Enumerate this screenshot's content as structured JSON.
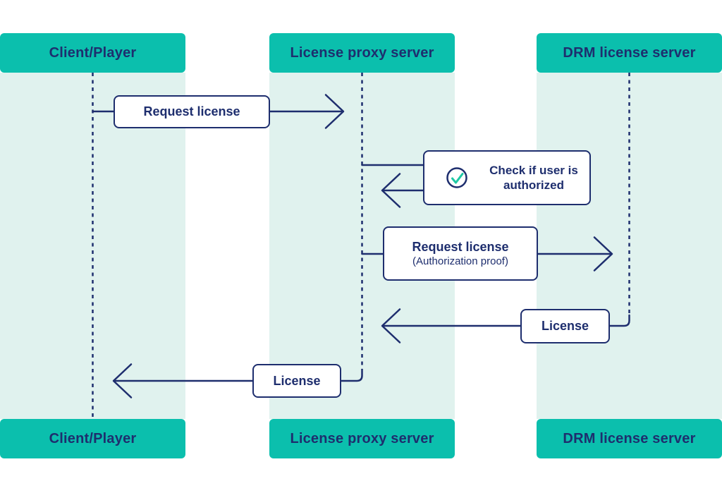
{
  "colors": {
    "teal": "#0bbfad",
    "lane_bg": "#e0f2ee",
    "navy": "#1e2e6e",
    "check_teal": "#1ec8a5",
    "box_bg": "#ffffff"
  },
  "actors": [
    {
      "id": "client",
      "label": "Client/Player"
    },
    {
      "id": "proxy",
      "label": "License proxy server"
    },
    {
      "id": "drm",
      "label": "DRM license server"
    }
  ],
  "messages": {
    "request_license_1": {
      "label": "Request license",
      "from": "client",
      "to": "proxy"
    },
    "check_auth": {
      "label": "Check if user is authorized",
      "type": "self",
      "actor": "proxy",
      "icon": "check-circle-icon"
    },
    "request_license_2": {
      "label": "Request license",
      "sublabel": "(Authorization proof)",
      "from": "proxy",
      "to": "drm"
    },
    "license_from_drm": {
      "label": "License",
      "from": "drm",
      "to": "proxy"
    },
    "license_to_client": {
      "label": "License",
      "from": "proxy",
      "to": "client"
    }
  }
}
